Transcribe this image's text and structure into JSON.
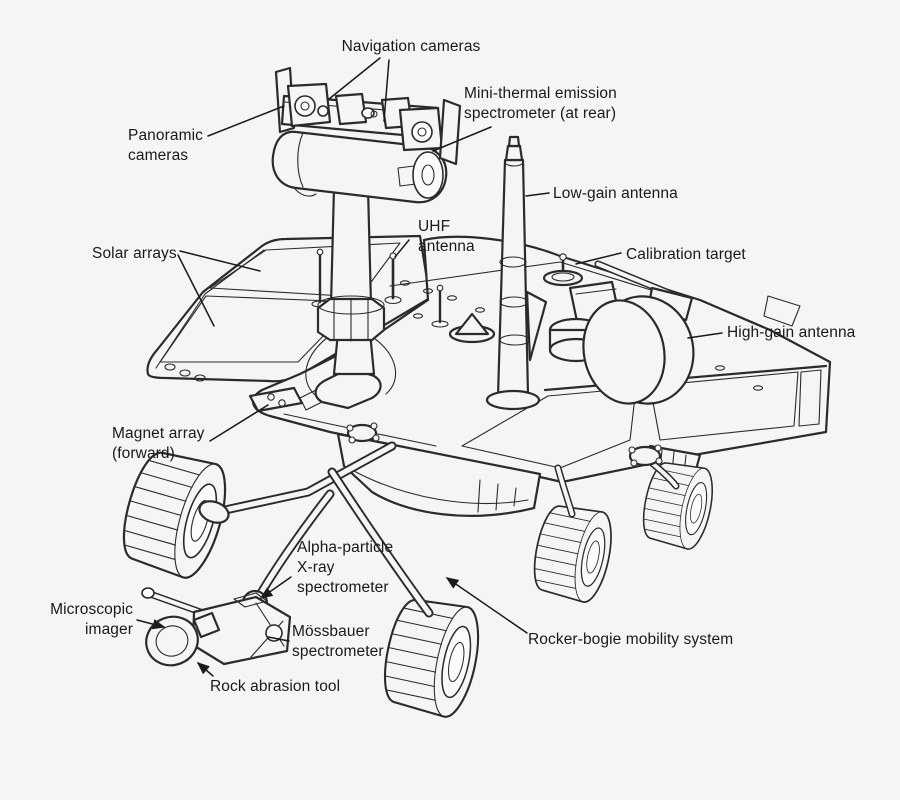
{
  "diagram": {
    "background_color": "#f5f5f6",
    "ink_color": "#2b2b2b",
    "label_color": "#1a1a1a",
    "labels": {
      "navigation_cameras": "Navigation cameras",
      "panoramic_cameras": "Panoramic\ncameras",
      "mini_tes": "Mini-thermal emission\nspectrometer (at rear)",
      "low_gain_antenna": "Low-gain antenna",
      "uhf_antenna": "UHF\nantenna",
      "calibration_target": "Calibration target",
      "solar_arrays": "Solar arrays",
      "high_gain_antenna": "High-gain antenna",
      "magnet_array": "Magnet array\n(forward)",
      "apxs": "Alpha-particle\nX-ray\nspectrometer",
      "microscopic_imager": "Microscopic\nimager",
      "mossbauer": "Mössbauer\nspectrometer",
      "rock_abrasion_tool": "Rock abrasion tool",
      "rocker_bogie": "Rocker-bogie mobility system"
    }
  }
}
